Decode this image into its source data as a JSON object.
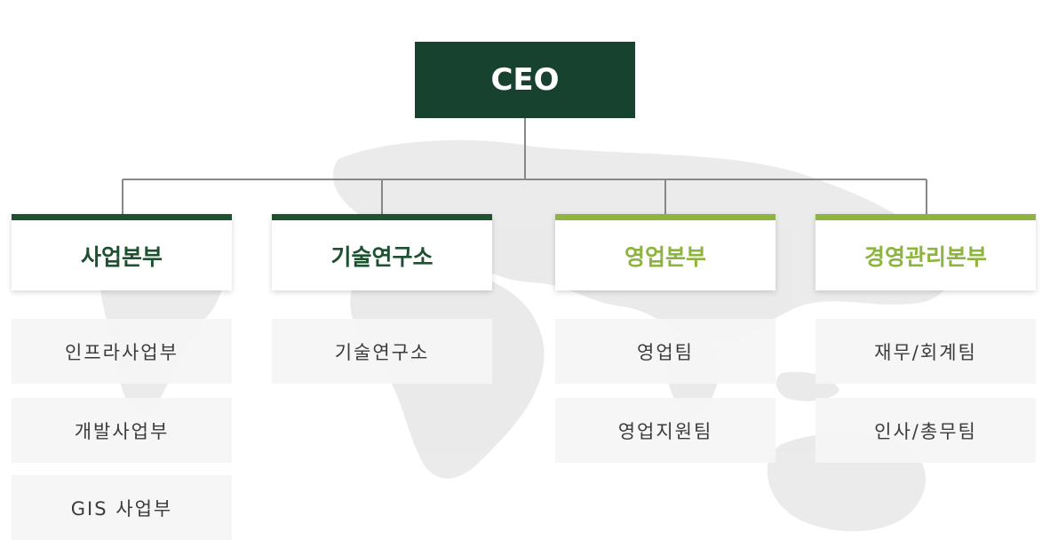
{
  "org_chart": {
    "ceo": {
      "label": "CEO"
    },
    "departments": [
      {
        "label": "사업본부",
        "accent": "#1e5130",
        "teams": [
          {
            "label": "인프라사업부"
          },
          {
            "label": "개발사업부"
          },
          {
            "label": "GIS 사업부"
          }
        ]
      },
      {
        "label": "기술연구소",
        "accent": "#1e5130",
        "teams": [
          {
            "label": "기술연구소"
          }
        ]
      },
      {
        "label": "영업본부",
        "accent": "#8cb43f",
        "teams": [
          {
            "label": "영업팀"
          },
          {
            "label": "영업지원팀"
          }
        ]
      },
      {
        "label": "경영관리본부",
        "accent": "#8cb43f",
        "teams": [
          {
            "label": "재무/회계팀"
          },
          {
            "label": "인사/총무팀"
          }
        ]
      }
    ]
  },
  "colors": {
    "ceo_background": "#17422f",
    "dark_green": "#1e5130",
    "light_green": "#8cb43f",
    "team_background": "#f5f5f5",
    "connector": "#888888"
  },
  "decorations": {
    "background_icon": "world-map-icon"
  }
}
